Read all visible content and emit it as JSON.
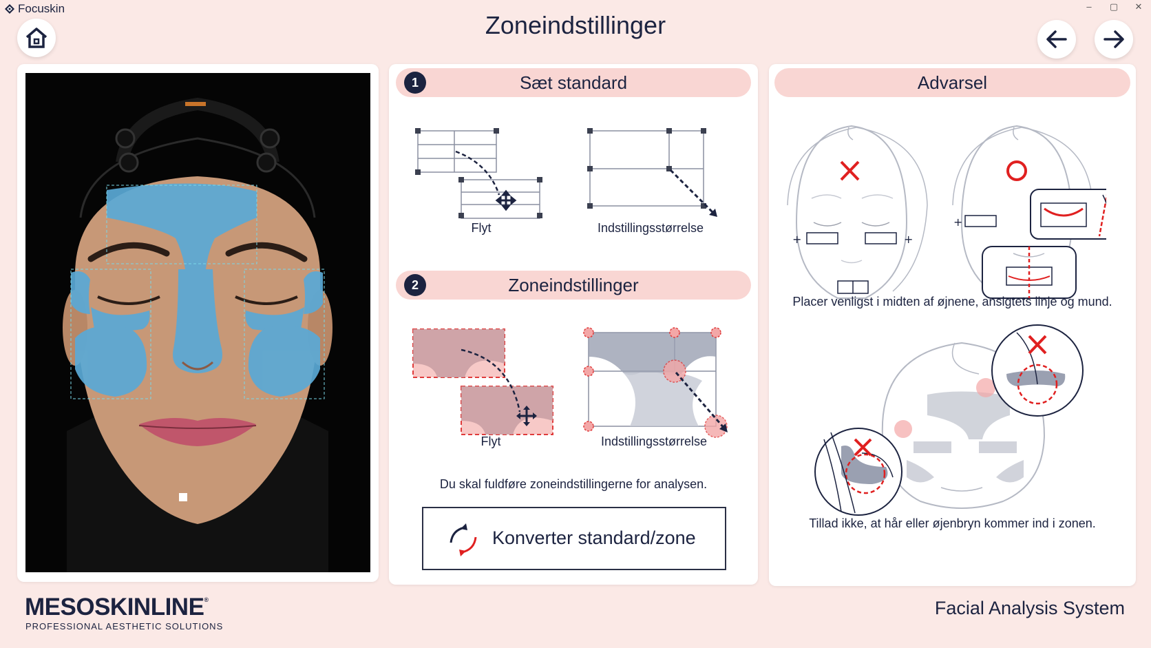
{
  "app": {
    "name": "Focuskin",
    "title": "Zoneindstillinger"
  },
  "window_controls": {
    "minimize": "–",
    "maximize": "▢",
    "close": "✕"
  },
  "nav": {
    "home": "home-icon",
    "back": "arrow-left-icon",
    "forward": "arrow-right-icon"
  },
  "step1": {
    "number": "1",
    "title": "Sæt standard",
    "move_caption": "Flyt",
    "resize_caption": "Indstillingsstørrelse"
  },
  "step2": {
    "number": "2",
    "title": "Zoneindstillinger",
    "move_caption": "Flyt",
    "resize_caption": "Indstillingsstørrelse",
    "note": "Du skal fuldføre zoneindstillingerne for analysen.",
    "convert_button": "Konverter standard/zone"
  },
  "warning": {
    "title": "Advarsel",
    "caption1": "Placer venligst i midten af øjnene, ansigtets linje og mund.",
    "caption2": "Tillad ikke, at hår eller øjenbryn kommer ind i zonen."
  },
  "footer": {
    "brand": "MESOSKINLINE",
    "brand_mark": "®",
    "brand_sub": "PROFESSIONAL AESTHETIC SOLUTIONS",
    "system": "Facial Analysis System"
  },
  "colors": {
    "background": "#fbe9e6",
    "header_pill": "#f9d6d3",
    "navy": "#1c2340",
    "zone_blue": "#5aa9d6",
    "alert_red": "#e02020"
  }
}
